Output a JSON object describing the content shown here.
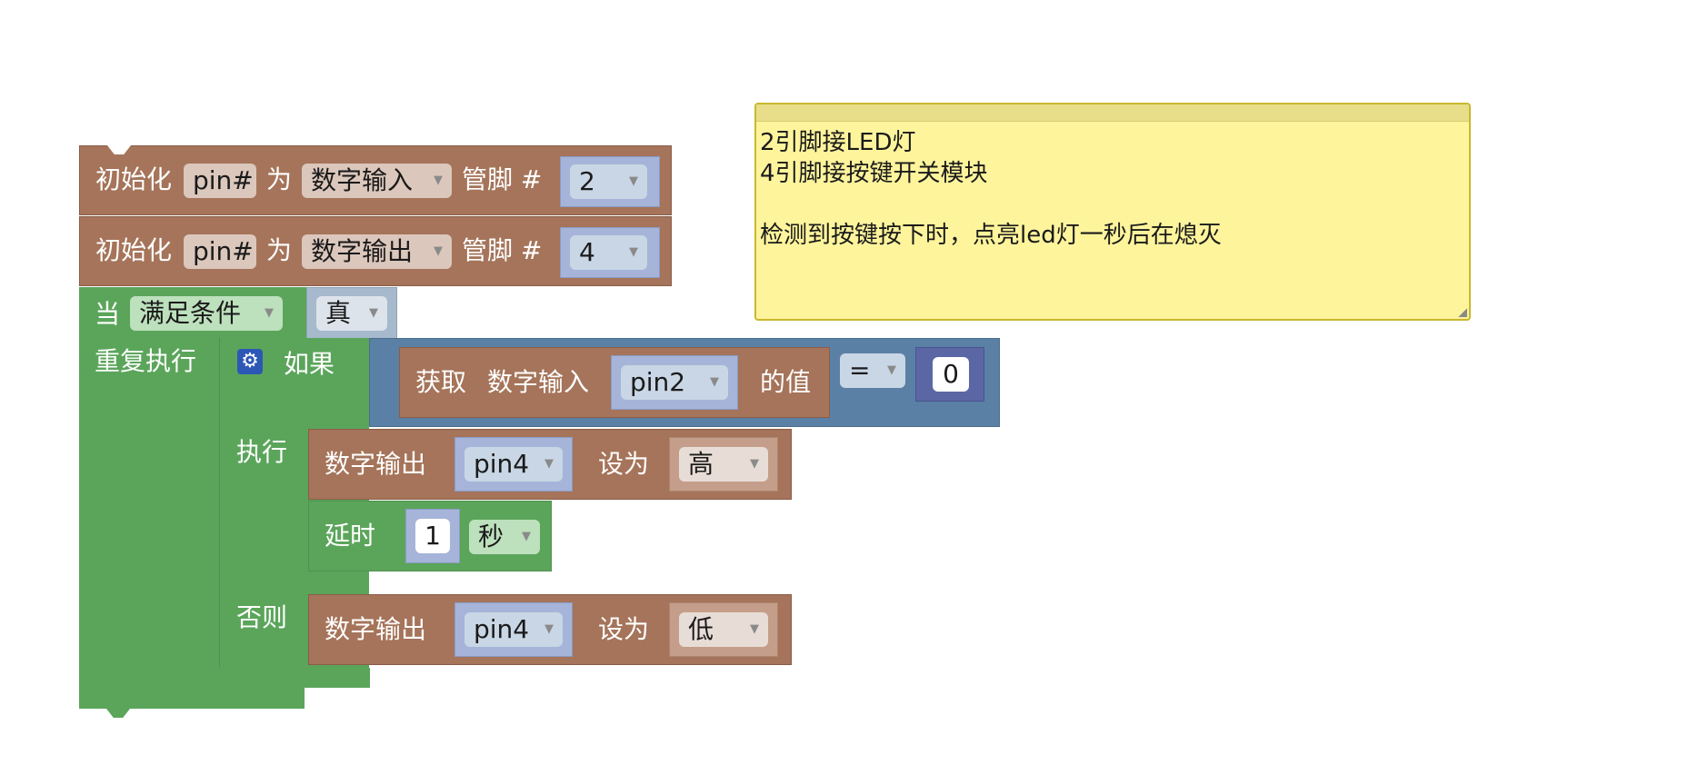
{
  "blocks": {
    "init1": {
      "label": "初始化",
      "var_name": "pin#",
      "as_label": "为",
      "mode": "数字输入",
      "pin_label": "管脚 #",
      "pin_value": "2"
    },
    "init2": {
      "label": "初始化",
      "var_name": "pin#",
      "as_label": "为",
      "mode": "数字输出",
      "pin_label": "管脚 #",
      "pin_value": "4"
    },
    "loop": {
      "when_label": "当",
      "condition_type": "满足条件",
      "condition_value": "真",
      "repeat_label": "重复执行"
    },
    "if_block": {
      "if_label": "如果",
      "do_label": "执行",
      "else_label": "否则",
      "get_label": "获取",
      "digital_input_label": "数字输入",
      "pin": "pin2",
      "value_label": "的值",
      "operator": "=",
      "compare_value": "0"
    },
    "write_high": {
      "label": "数字输出",
      "pin": "pin4",
      "set_label": "设为",
      "value": "高"
    },
    "delay": {
      "label": "延时",
      "value": "1",
      "unit": "秒"
    },
    "write_low": {
      "label": "数字输出",
      "pin": "pin4",
      "set_label": "设为",
      "value": "低"
    }
  },
  "comment": {
    "lines": [
      "2引脚接LED灯",
      "4引脚接按键开关模块",
      "",
      "检测到按键按下时，点亮led灯一秒后在熄灭"
    ]
  },
  "colors": {
    "io_block": "#a5745a",
    "control_block": "#5ba55b",
    "logic_block": "#5b80a5",
    "comment_bg": "#fef49c"
  }
}
